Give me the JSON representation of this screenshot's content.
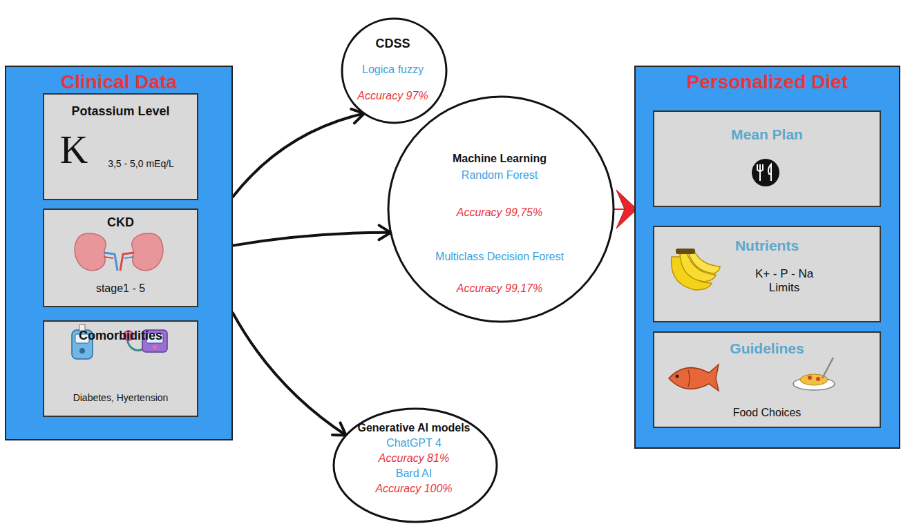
{
  "diagram": {
    "nodes": [
      {
        "text": [
          "Clinical Data"
        ]
      },
      {
        "text": [
          "Potassium Level",
          "K",
          "3,5 - 5,0 mEq/L"
        ],
        "in": 0
      },
      {
        "text": [
          "CKD",
          "stage1 - 5"
        ],
        "in": 0
      },
      {
        "text": [
          "Comorbidities",
          "Diabetes, Hyertension"
        ],
        "in": 0
      },
      {
        "text": [
          "CDSS",
          "Logica fuzzy",
          "Accuracy 97%"
        ]
      },
      {
        "text": [
          "Machine Learning",
          "Random Forest",
          "Accuracy 99,75%",
          "Multiclass Decision Forest",
          "Accuracy 99,17%"
        ]
      },
      {
        "text": [
          "Generative AI models",
          "ChatGPT 4",
          "Accuracy 81%",
          "Bard AI",
          "Accuracy 100%"
        ]
      },
      {
        "text": [
          "Personalized Diet"
        ]
      },
      {
        "text": [
          "Mean Plan"
        ],
        "in": 7
      },
      {
        "text": [
          "Nutrients",
          "K+ - P - Na Limits"
        ],
        "in": 7
      },
      {
        "text": [
          "Guidelines",
          "Food Choices"
        ],
        "in": 7
      }
    ],
    "edges": [
      {
        "from": 0,
        "to": 4,
        "arrow": "to"
      },
      {
        "from": 0,
        "to": 5,
        "arrow": "to"
      },
      {
        "from": 0,
        "to": 6,
        "arrow": "to"
      },
      {
        "from": 5,
        "to": 7,
        "arrow": "to"
      }
    ]
  }
}
